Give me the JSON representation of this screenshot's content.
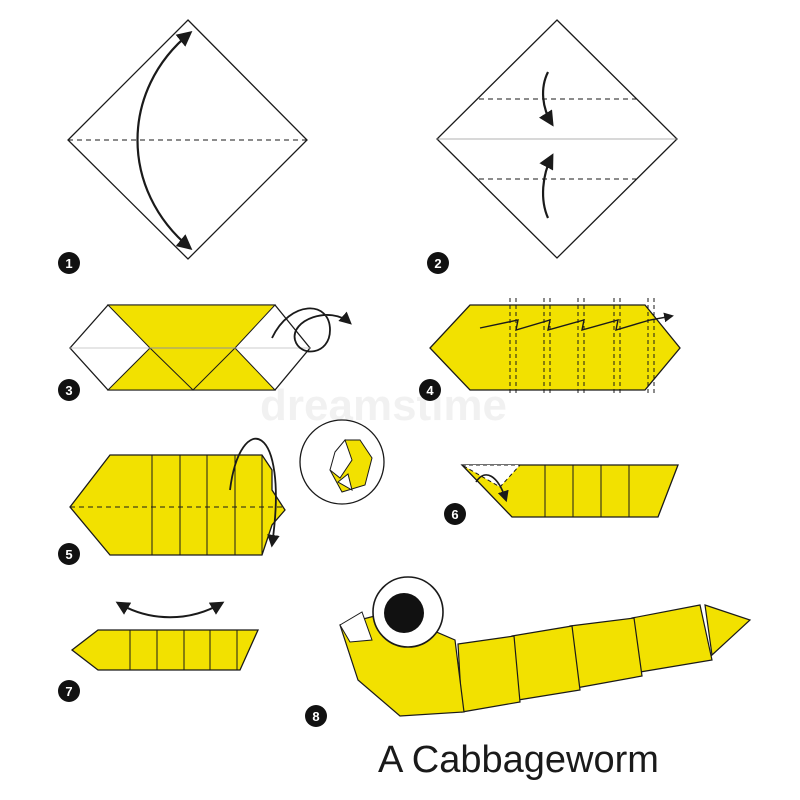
{
  "title": "A Cabbageworm",
  "steps": [
    "1",
    "2",
    "3",
    "4",
    "5",
    "6",
    "7",
    "8"
  ],
  "watermark": "dreamstime",
  "colors": {
    "paper_yellow": "#f2e100",
    "paper_back": "#ffffff",
    "outline": "#1a1a1a",
    "badge": "#111111"
  },
  "icons": {
    "fold_arrow": "curved-arrow-icon",
    "step_badge": "numbered-circle-icon",
    "eye": "eye-icon"
  }
}
